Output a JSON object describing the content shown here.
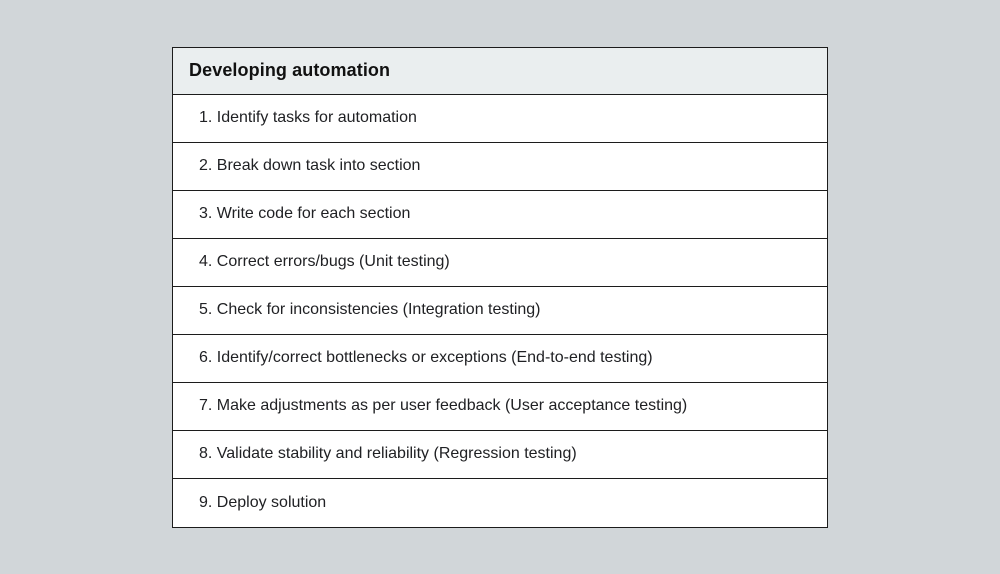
{
  "colors": {
    "page_background": "#d1d6d9",
    "header_background": "#eaeeef",
    "row_background": "#ffffff",
    "border": "#1c1c1c",
    "header_text": "#111111",
    "row_text": "#202124"
  },
  "table": {
    "title": "Developing automation",
    "rows": [
      "1. Identify tasks for automation",
      "2. Break down task into section",
      "3. Write code for each section",
      "4. Correct errors/bugs (Unit testing)",
      "5. Check for inconsistencies (Integration testing)",
      "6. Identify/correct bottlenecks or exceptions (End-to-end testing)",
      "7. Make adjustments as per user feedback (User acceptance testing)",
      "8. Validate stability and reliability (Regression testing)",
      "9. Deploy solution"
    ]
  }
}
